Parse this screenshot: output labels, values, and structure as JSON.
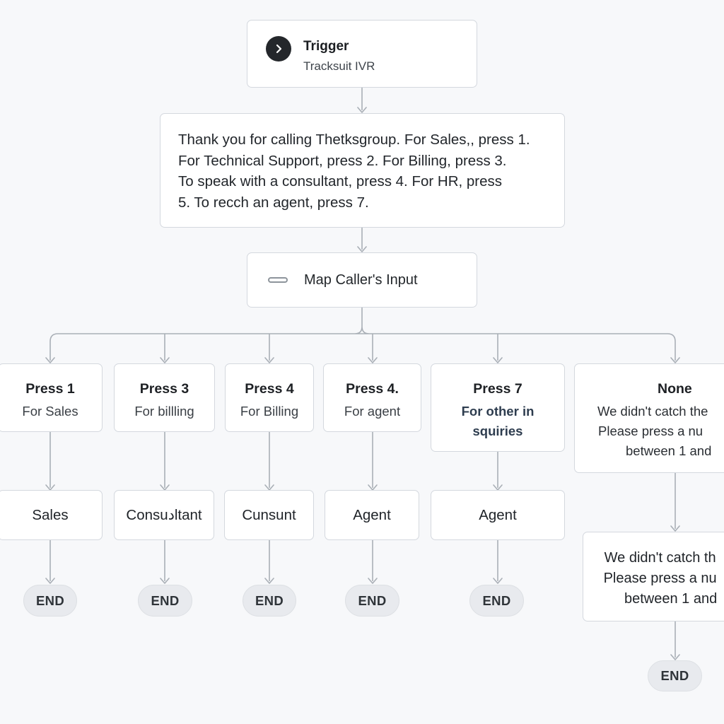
{
  "trigger": {
    "icon": "chevron-right-icon",
    "title": "Trigger",
    "subtitle": "Tracksuit IVR"
  },
  "message": {
    "lines": [
      "Thank you for calling Thetksgroup. For Sales,, press 1.",
      "For Technical Support, press 2. For Billing, press 3.",
      "To speak with a consultant, press 4. For HR, press",
      "5. To recch an agent, press 7."
    ]
  },
  "map_input": {
    "icon": "input-field-icon",
    "label": "Map Caller's Input"
  },
  "branches": [
    {
      "title": "Press 1",
      "subtitle": [
        "For Sales"
      ],
      "destination": "Sales",
      "end": "END"
    },
    {
      "title": "Press 3",
      "subtitle": [
        "For billling"
      ],
      "destination": "Consuدltant",
      "end": "END"
    },
    {
      "title": "Press 4",
      "subtitle": [
        "For Billing"
      ],
      "destination": "Cunsunt",
      "end": "END"
    },
    {
      "title": "Press 4.",
      "subtitle": [
        "For agent"
      ],
      "destination": "Agent",
      "end": "END"
    },
    {
      "title": "Press 7",
      "subtitle": [
        "For other in",
        "squiries"
      ],
      "destination": "Agent",
      "end": "END"
    }
  ],
  "none_branch": {
    "title": "None",
    "subtitle": [
      "We didn't catch the",
      "Please press a nu",
      "between 1 and"
    ],
    "retry": [
      "We didn't catch th",
      "Please press a nu",
      "between 1 and"
    ],
    "end": "END"
  }
}
